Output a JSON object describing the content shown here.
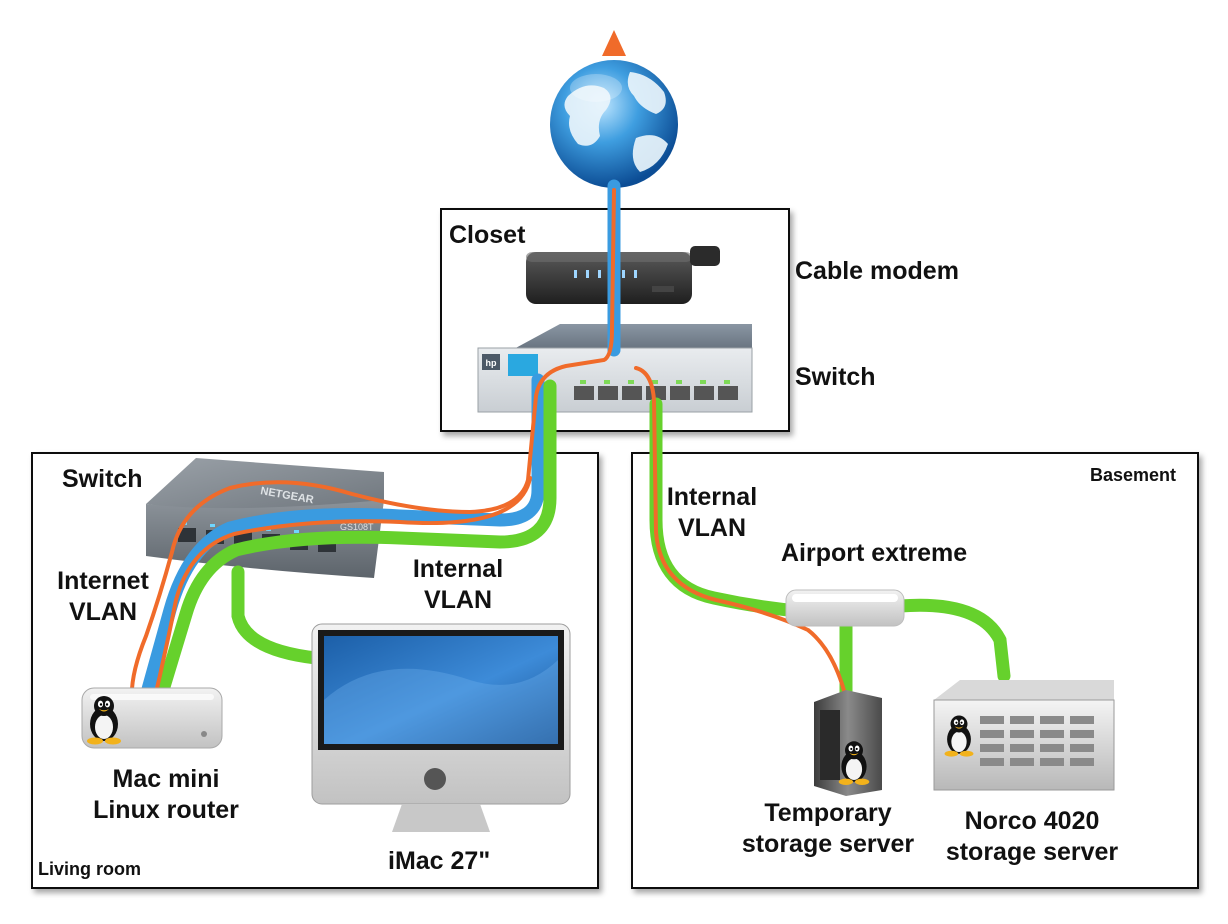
{
  "rooms": {
    "closet": "Closet",
    "living_room": "Living room",
    "basement": "Basement"
  },
  "devices": {
    "cable_modem": "Cable modem",
    "closet_switch": "Switch",
    "living_switch": "Switch",
    "airport": "Airport extreme",
    "mac_mini_line1": "Mac mini",
    "mac_mini_line2": "Linux router",
    "imac": "iMac 27\"",
    "temp_server_line1": "Temporary",
    "temp_server_line2": "storage server",
    "norco_line1": "Norco 4020",
    "norco_line2": "storage server"
  },
  "vlans": {
    "living_internet_line1": "Internet",
    "living_internet_line2": "VLAN",
    "living_internal_line1": "Internal",
    "living_internal_line2": "VLAN",
    "basement_internal_line1": "Internal",
    "basement_internal_line2": "VLAN"
  },
  "device_markings": {
    "netgear_brand": "NETGEAR",
    "netgear_model": "GS108T",
    "hp_logo": "hp"
  },
  "colors": {
    "internet_vlan": "#3a9be0",
    "internal_vlan": "#66d12c",
    "traffic_path": "#f06b2a"
  }
}
